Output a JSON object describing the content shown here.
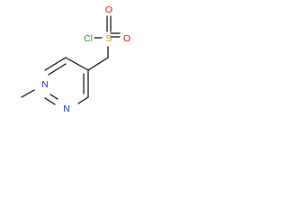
{
  "molecule": {
    "atoms": {
      "chlorine": "Cl",
      "sulfur": "S",
      "oxygen_top": "O",
      "oxygen_bottom": "O",
      "nitrogen_upper": "N",
      "nitrogen_lower": "N"
    },
    "colors": {
      "bond": "#000000",
      "chlorine": "#1fa01f",
      "sulfur": "#b8a000",
      "oxygen": "#e00000",
      "nitrogen": "#2020e0"
    }
  }
}
